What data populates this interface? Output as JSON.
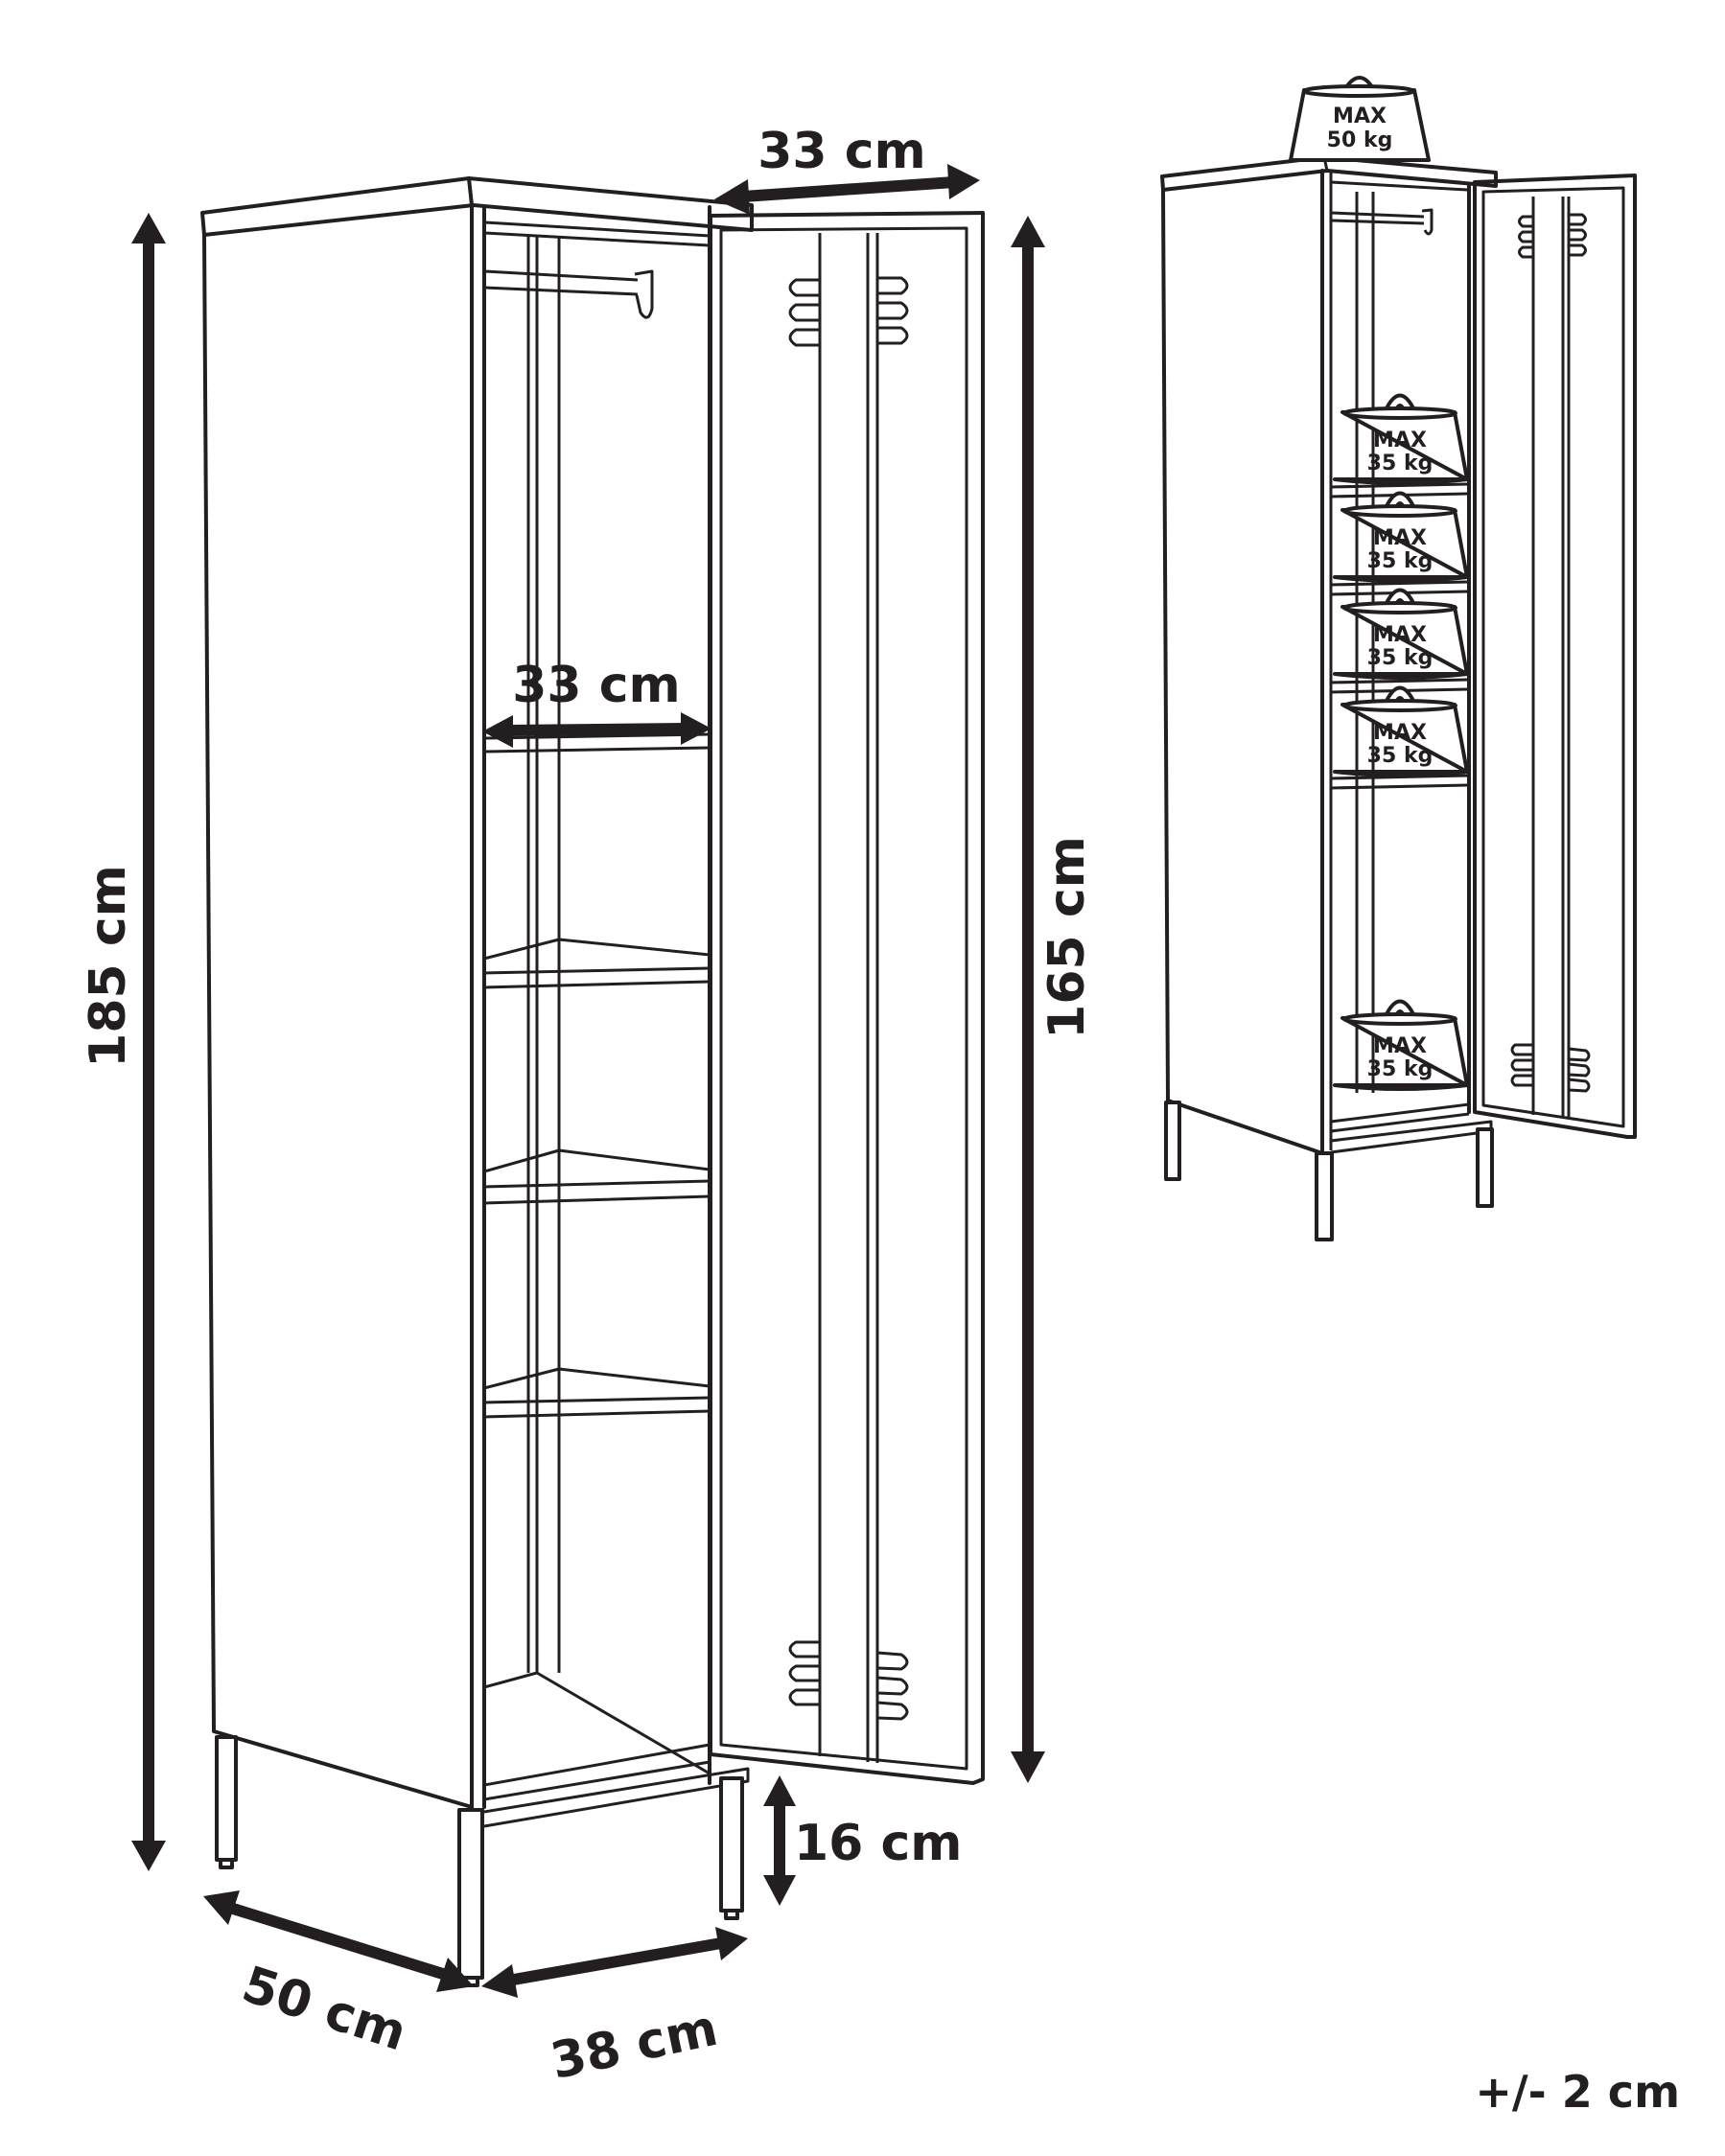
{
  "diagram": {
    "subject": "Tall single-door metal locker cabinet with open door",
    "colors": {
      "line": "#231f20",
      "background": "#ffffff"
    },
    "main_view": {
      "dimensions": {
        "overall_height": "185 cm",
        "door_height": "165 cm",
        "door_width": "33 cm",
        "interior_width": "33 cm",
        "leg_height": "16 cm",
        "depth": "50 cm",
        "width": "38 cm"
      }
    },
    "load_view": {
      "top_load": {
        "line1": "MAX",
        "line2": "50 kg"
      },
      "shelf_loads": [
        {
          "line1": "MAX",
          "line2": "35 kg"
        },
        {
          "line1": "MAX",
          "line2": "35 kg"
        },
        {
          "line1": "MAX",
          "line2": "35 kg"
        },
        {
          "line1": "MAX",
          "line2": "35 kg"
        },
        {
          "line1": "MAX",
          "line2": "35 kg"
        }
      ]
    },
    "tolerance": "+/- 2 cm"
  }
}
